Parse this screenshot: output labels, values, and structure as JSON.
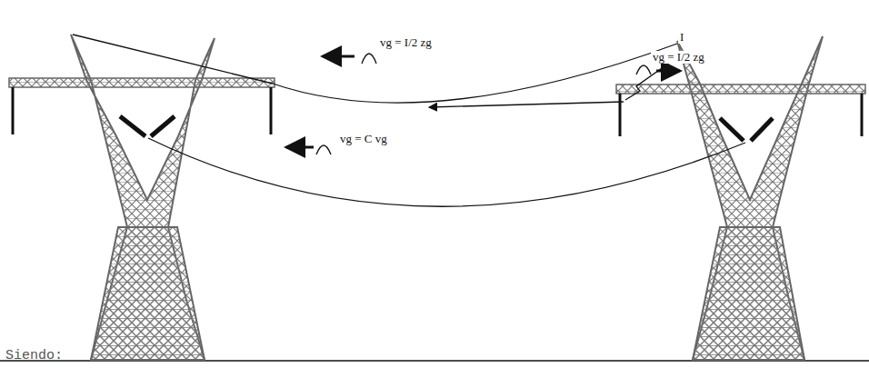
{
  "diagram": {
    "labels": [
      "I",
      "vg = I/2 zg",
      "vg = I/2 zg",
      "vg = C vg",
      "Siendo:"
    ]
  }
}
